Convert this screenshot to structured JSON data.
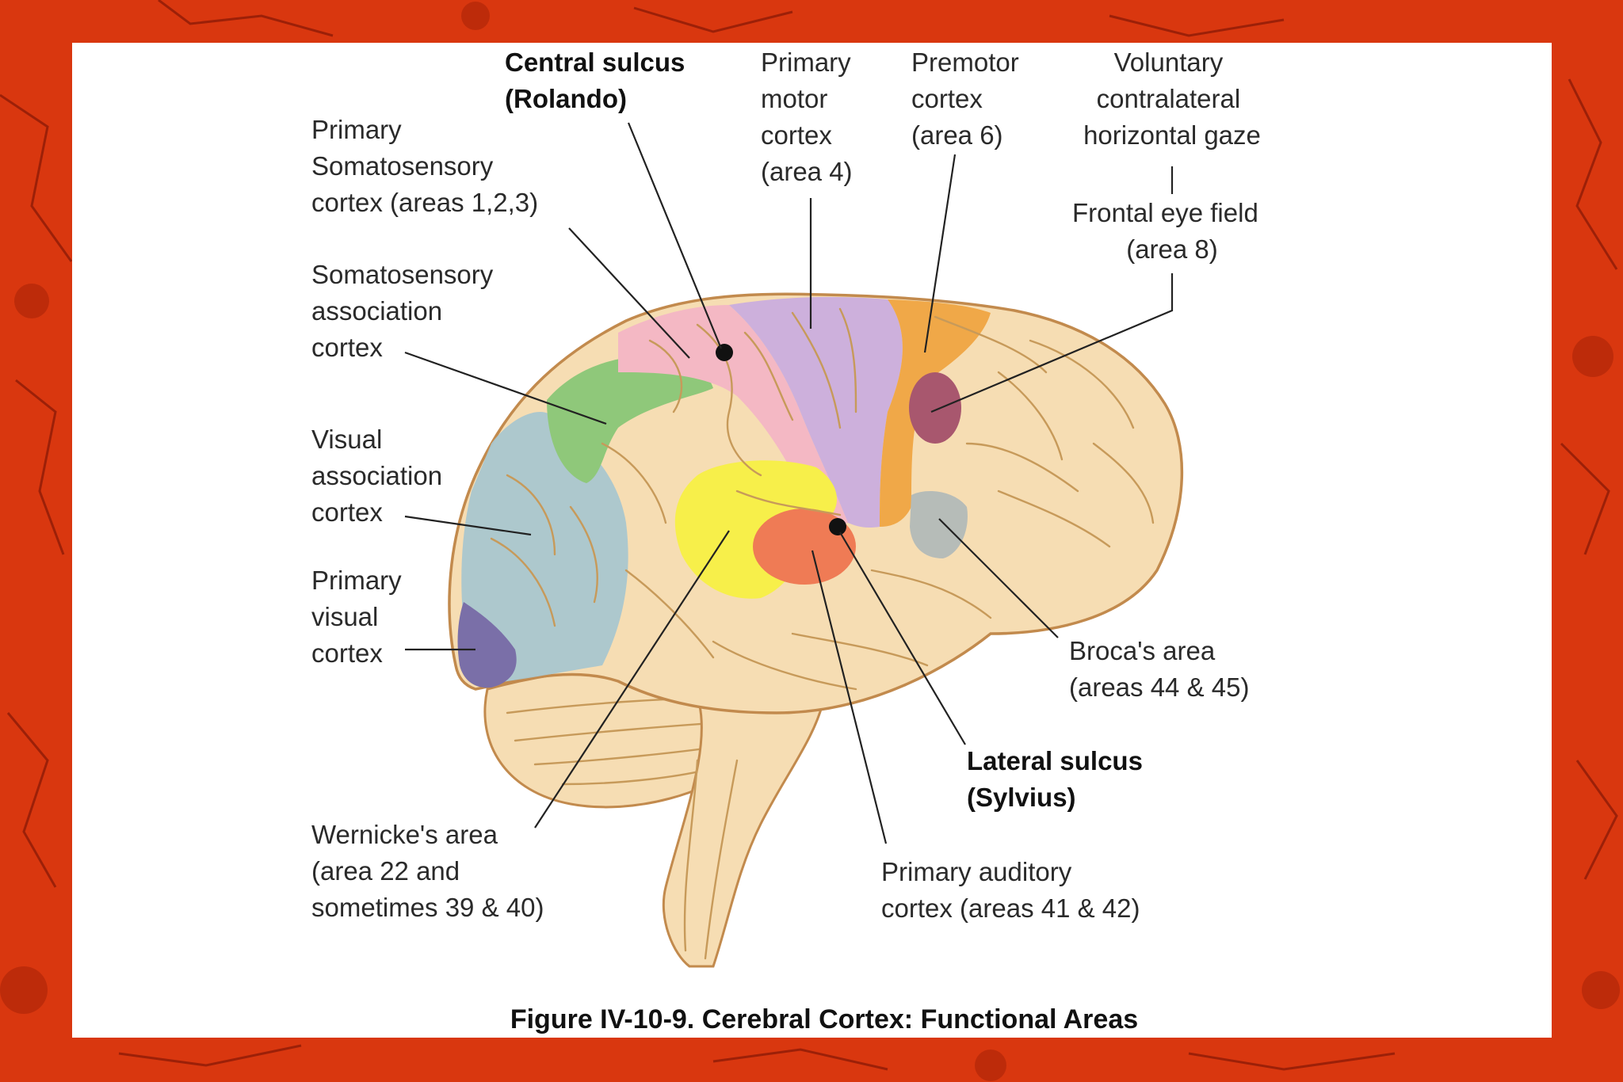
{
  "figure": {
    "caption": "Figure IV-10-9. Cerebral Cortex: Functional Areas",
    "colors": {
      "background": "#d8350f",
      "panel": "#ffffff",
      "brain_base": "#f6ddb3",
      "brain_outline": "#c28a4d",
      "somatosensory": "#f4b8c4",
      "motor": "#cdb0dc",
      "premotor": "#f0a848",
      "frontal_eye_field": "#a8576e",
      "somatosensory_association": "#8fc87a",
      "visual_association": "#a9c6cf",
      "primary_visual": "#7a6fa8",
      "wernicke": "#f7ef4a",
      "auditory": "#ef7b55",
      "broca": "#b6bcb8"
    },
    "labels": {
      "central_sulcus": [
        "Central sulcus",
        "(Rolando)"
      ],
      "primary_somatosensory": [
        "Primary",
        "Somatosensory",
        "cortex (areas 1,2,3)"
      ],
      "somatosensory_association": [
        "Somatosensory",
        "association",
        "cortex"
      ],
      "visual_association": [
        "Visual",
        "association",
        "cortex"
      ],
      "primary_visual": [
        "Primary",
        "visual",
        "cortex"
      ],
      "wernicke": [
        "Wernicke's area",
        "(area 22 and",
        "sometimes 39 & 40)"
      ],
      "primary_motor": [
        "Primary",
        "motor",
        "cortex",
        "(area 4)"
      ],
      "premotor": [
        "Premotor",
        "cortex",
        "(area 6)"
      ],
      "voluntary_gaze": [
        "Voluntary",
        "contralateral",
        "horizontal gaze"
      ],
      "frontal_eye_field": [
        "Frontal eye field",
        "(area 8)"
      ],
      "broca": [
        "Broca's area",
        "(areas 44 & 45)"
      ],
      "lateral_sulcus": [
        "Lateral sulcus",
        "(Sylvius)"
      ],
      "primary_auditory": [
        "Primary auditory",
        "cortex (areas 41 & 42)"
      ]
    }
  }
}
